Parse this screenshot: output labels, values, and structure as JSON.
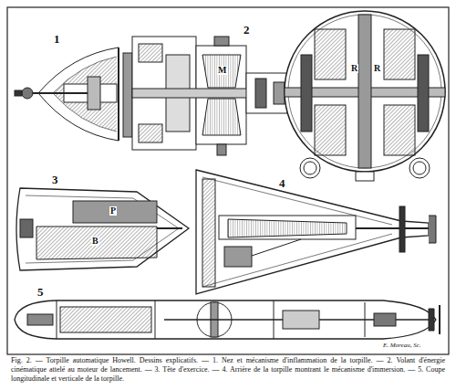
{
  "diagram": {
    "caption": "Fig. 2. — Torpille automatique Howell. Dessins explicatifs. — 1. Nez et mécanisme d'inflammation de la torpille. — 2. Volant d'énergie cinématique attelé au moteur de lancement. — 3. Tête d'exercice. — 4. Arrière de la torpille montrant le mécanisme d'immersion. — 5. Coupe longitudinale et verticale de la torpille.",
    "labels": [
      "1",
      "2",
      "M",
      "R",
      "R",
      "3",
      "P",
      "B",
      "4",
      "5",
      "E. Moreau, Sc."
    ]
  }
}
